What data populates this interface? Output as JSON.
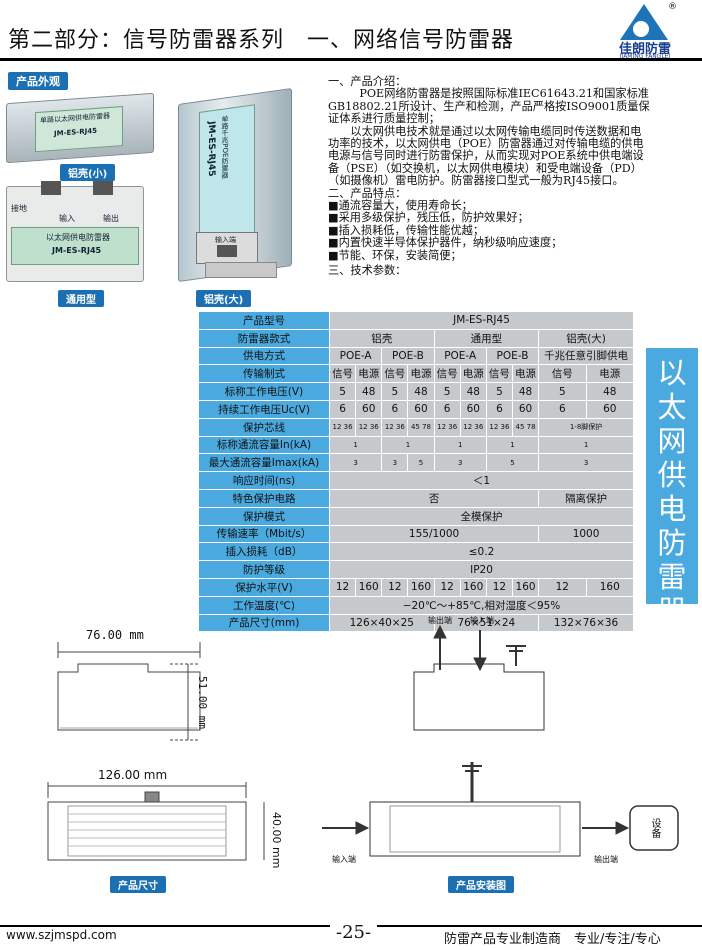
{
  "header": {
    "title": "第二部分：信号防雷器系列　一、网络信号防雷器",
    "logo_cn": "佳朗防雷",
    "logo_en": "JIAMING FANGLEI",
    "reg": "®"
  },
  "photos": {
    "section_label": "产品外观",
    "alu_small": "铝壳(小)",
    "general": "通用型",
    "alu_big": "铝壳(大)",
    "dev1_text": "单路以太网供电防雷器",
    "dev1_model": "JM-ES-RJ45",
    "dev2_ports": [
      "接地",
      "输入",
      "输出"
    ],
    "dev2_text": "以太网供电防雷器",
    "dev2_model": "JM-ES-RJ45",
    "dev3_text": "单路千兆POE防雷器",
    "dev3_model": "JM-ES-RJ45",
    "dev3_port": "输入端"
  },
  "intro": {
    "h1": "一、产品介绍：",
    "p1": "POE网络防雷器是按照国际标准IEC61643.21和国家标准GB18802.21所设计、生产和检测，产品严格按ISO9001质量保证体系进行质量控制；",
    "p2": "以太网供电技术就是通过以太网传输电缆同时传送数据和电功率的技术，以太网供电（POE）防雷器通过对传输电缆的供电电源与信号同时进行防雷保护，从而实现对POE系统中供电端设备（PSE）（如交换机，以太网供电模块）和受电端设备（PD）（如摄像机）雷电防护。防雷器接口型式一般为RJ45接口。",
    "h2": "二、产品特点：",
    "features": [
      "■通流容量大，使用寿命长；",
      "■采用多级保护，残压低，防护效果好；",
      "■插入损耗低，传输性能优越；",
      "■内置快速半导体保护器件，纳秒级响应速度；",
      "■节能、环保，安装简便；"
    ],
    "h3": "三、技术参数："
  },
  "spec": {
    "model_label": "产品型号",
    "model": "JM-ES-RJ45",
    "type_label": "防雷器款式",
    "types": [
      "铝壳",
      "通用型",
      "铝壳(大)"
    ],
    "supply_label": "供电方式",
    "supply": [
      "POE-A",
      "POE-B",
      "POE-A",
      "POE-B",
      "千兆任意引脚供电"
    ],
    "trans_label": "传输制式",
    "trans": [
      "信号",
      "电源",
      "信号",
      "电源",
      "信号",
      "电源",
      "信号",
      "电源",
      "信号",
      "电源"
    ],
    "un_label": "标称工作电压(V)",
    "un": [
      "5",
      "48",
      "5",
      "48",
      "5",
      "48",
      "5",
      "48",
      "5",
      "48"
    ],
    "uc_label": "持续工作电压Uc(V)",
    "uc": [
      "6",
      "60",
      "6",
      "60",
      "6",
      "60",
      "6",
      "60",
      "6",
      "60"
    ],
    "core_label": "保护芯线",
    "core": [
      "12 36",
      "12 36",
      "12 36",
      "45 78",
      "12 36",
      "12 36",
      "12 36",
      "45 78",
      "1-8脚保护"
    ],
    "in_label": "标称通流容量In(kA)",
    "in": [
      "1",
      "1",
      "1",
      "1",
      "1"
    ],
    "imax_label": "最大通流容量Imax(kA)",
    "imax": [
      "3",
      "3",
      "5",
      "3",
      "5",
      "3"
    ],
    "resp_label": "响应时间(ns)",
    "resp": "＜1",
    "special_label": "特色保护电路",
    "special": [
      "否",
      "隔离保护"
    ],
    "mode_label": "保护模式",
    "mode": "全模保护",
    "rate_label": "传输速率（Mbit/s）",
    "rate": [
      "155/1000",
      "1000"
    ],
    "loss_label": "插入损耗（dB）",
    "loss": "≤0.2",
    "ip_label": "防护等级",
    "ip": "IP20",
    "up_label": "保护水平(V)",
    "up": [
      "12",
      "160",
      "12",
      "160",
      "12",
      "160",
      "12",
      "160",
      "12",
      "160"
    ],
    "temp_label": "工作温度(℃)",
    "temp": "−20℃～+85℃,相对湿度＜95%",
    "size_label": "产品尺寸(mm)",
    "size": [
      "126×40×25",
      "76×51×24",
      "132×76×36"
    ]
  },
  "side_band": "以太网供电防雷器",
  "drawings": {
    "dim_76": "76.00 mm",
    "dim_51": "51.00 mm",
    "dim_126": "126.00 mm",
    "dim_40": "40.00 mm",
    "size_label": "产品尺寸",
    "install_label": "产品安装图",
    "in_end": "输入端",
    "out_end": "输出端",
    "device": "设备",
    "top_in": "输出端",
    "top_out": "输入端"
  },
  "footer": {
    "url": "www.szjmspd.com",
    "page": "-25-",
    "slogan": "防雷产品专业制造商　专业/专注/专心"
  }
}
